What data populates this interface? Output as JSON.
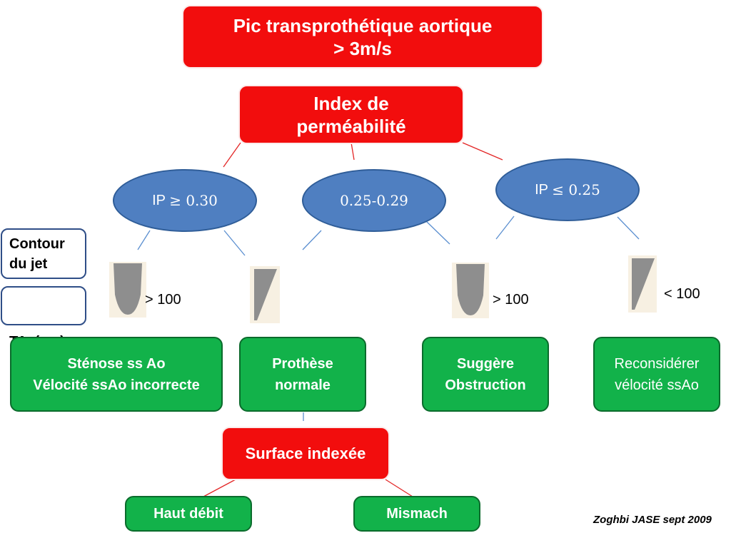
{
  "colors": {
    "red_box": "#f20d0d",
    "green_box": "#12b24a",
    "ellipse": "#4f7fc1",
    "jet_shape": "#8e8e8e",
    "jet_background": "#f7f0e2"
  },
  "top": {
    "line1": "Pic transprothétique aortique",
    "line2": "> 3m/s"
  },
  "index": {
    "line1": "Index de",
    "line2": "perméabilité"
  },
  "ellipses": [
    {
      "prefix": "IP ",
      "math": "≥ 0.30"
    },
    {
      "prefix": "",
      "math": "0.25-0.29"
    },
    {
      "prefix": "IP ",
      "math": "≤ 0.25"
    }
  ],
  "side_labels": {
    "contour_line1": "Contour",
    "contour_line2": "du jet",
    "ta": "TA  (ms)"
  },
  "ta_values": [
    "> 100",
    "> 100",
    "< 100"
  ],
  "jet_icons": [
    "rounded-jet-icon",
    "triangular-jet-icon",
    "rounded-jet-icon",
    "triangular-jet-icon"
  ],
  "outcomes": [
    {
      "line1": "Sténose ss Ao",
      "line2": "Vélocité ssAo incorrecte"
    },
    {
      "line1": "Prothèse",
      "line2": "normale"
    },
    {
      "line1": "Suggère",
      "line2": "Obstruction"
    },
    {
      "line1": "Reconsidérer",
      "line2": "vélocité ssAo"
    }
  ],
  "surface": "Surface indexée",
  "bottom": [
    "Haut débit",
    "Mismach"
  ],
  "credit": "Zoghbi JASE sept 2009"
}
